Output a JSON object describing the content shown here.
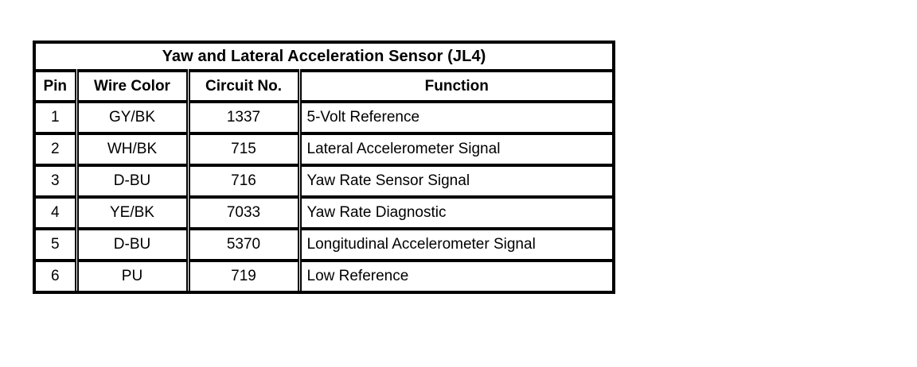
{
  "document": {
    "background_color": "#ffffff",
    "ink_color": "#000000"
  },
  "table": {
    "title": "Yaw and Lateral Acceleration Sensor (JL4)",
    "columns": [
      "Pin",
      "Wire Color",
      "Circuit No.",
      "Function"
    ],
    "rows": [
      {
        "pin": "1",
        "wire_color": "GY/BK",
        "circuit_no": "1337",
        "function": "5-Volt Reference"
      },
      {
        "pin": "2",
        "wire_color": "WH/BK",
        "circuit_no": "715",
        "function": "Lateral Accelerometer Signal"
      },
      {
        "pin": "3",
        "wire_color": "D-BU",
        "circuit_no": "716",
        "function": "Yaw Rate Sensor Signal"
      },
      {
        "pin": "4",
        "wire_color": "YE/BK",
        "circuit_no": "7033",
        "function": "Yaw Rate Diagnostic"
      },
      {
        "pin": "5",
        "wire_color": "D-BU",
        "circuit_no": "5370",
        "function": "Longitudinal Accelerometer Signal"
      },
      {
        "pin": "6",
        "wire_color": "PU",
        "circuit_no": "719",
        "function": "Low Reference"
      }
    ]
  }
}
